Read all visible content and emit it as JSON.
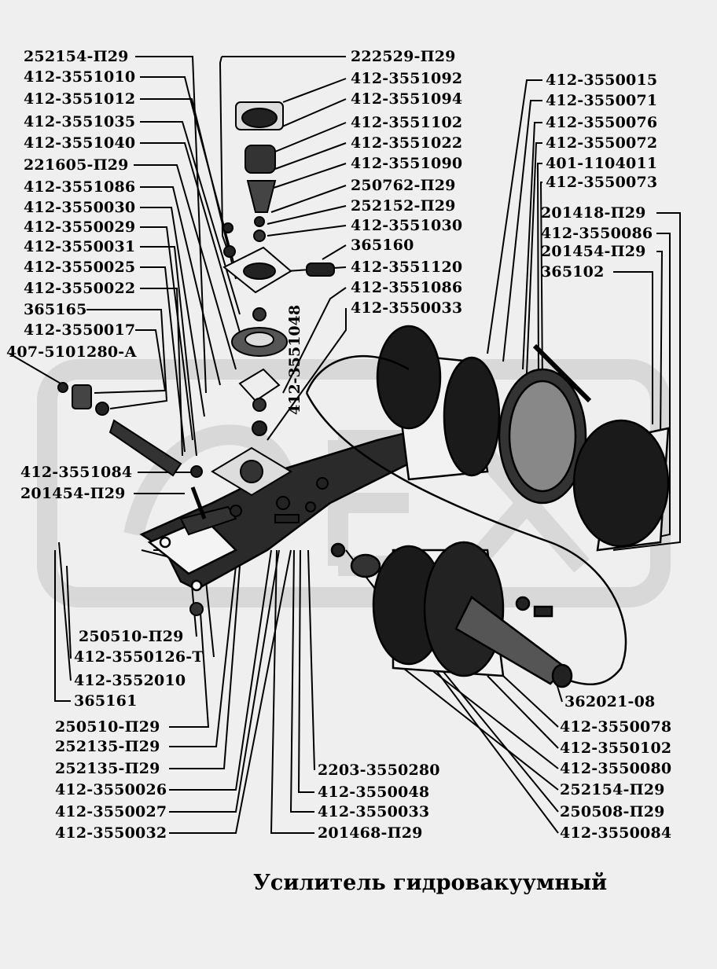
{
  "title": "Усилитель гидровакуумный",
  "labels_left": [
    "252154-П29",
    "412-3551010",
    "412-3551012",
    "412-3551035",
    "412-3551040",
    "221605-П29",
    "412-3551086",
    "412-3550030",
    "412-3550029",
    "412-3550031",
    "412-3550025",
    "412-3550022",
    "365165",
    "412-3550017",
    "407-5101280-А",
    "412-3551084",
    "201454-П29"
  ],
  "labels_center": [
    "222529-П29",
    "412-3551092",
    "412-3551094",
    "412-3551102",
    "412-3551022",
    "412-3551090",
    "250762-П29",
    "252152-П29",
    "412-3551030",
    "365160",
    "412-3551120",
    "412-3551086",
    "412-3550033"
  ],
  "label_vertical": "412-3551048",
  "labels_right_top": [
    "412-3550015",
    "412-3550071",
    "412-3550076",
    "412-3550072",
    "401-1104011",
    "412-3550073"
  ],
  "labels_right_mid": [
    "201418-П29",
    "412-3550086",
    "201454-П29",
    "365102"
  ],
  "labels_bottom_left": [
    "250510-П29",
    "412-3550126-Т",
    "412-3552010",
    "365161",
    "250510-П29",
    "252135-П29",
    "252135-П29",
    "412-3550026",
    "412-3550027",
    "412-3550032"
  ],
  "labels_bottom_center": [
    "2203-3550280",
    "412-3550048",
    "412-3550033",
    "201468-П29"
  ],
  "labels_bottom_right": [
    "362021-08",
    "412-3550078",
    "412-3550102",
    "412-3550080",
    "252154-П29",
    "250508-П29",
    "412-3550084"
  ]
}
